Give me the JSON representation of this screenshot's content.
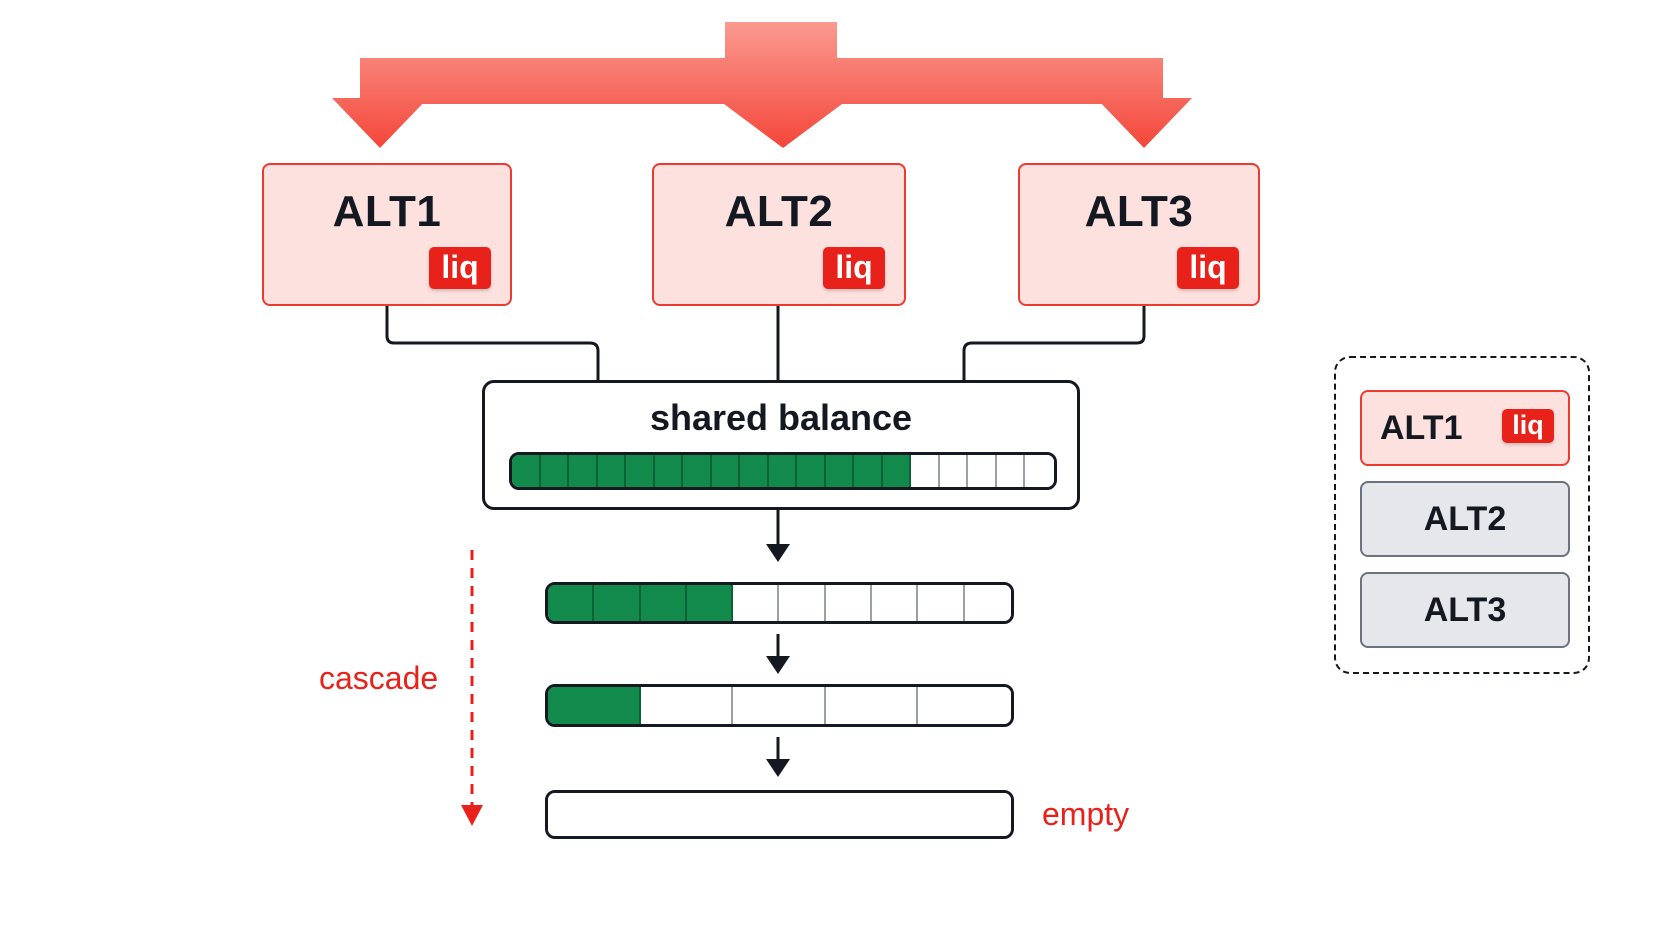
{
  "accounts": [
    {
      "label": "ALT1",
      "badge": "liq"
    },
    {
      "label": "ALT2",
      "badge": "liq"
    },
    {
      "label": "ALT3",
      "badge": "liq"
    }
  ],
  "balance": {
    "title": "shared balance",
    "bars": [
      {
        "segments": 19,
        "filled": 14
      },
      {
        "segments": 10,
        "filled": 4
      },
      {
        "segments": 5,
        "filled": 1
      },
      {
        "segments": 1,
        "filled": 0
      }
    ]
  },
  "labels": {
    "cascade": "cascade",
    "empty": "empty"
  },
  "legend": {
    "items": [
      {
        "label": "ALT1",
        "badge": "liq",
        "state": "liquidated"
      },
      {
        "label": "ALT2",
        "badge": "",
        "state": "inactive"
      },
      {
        "label": "ALT3",
        "badge": "",
        "state": "inactive"
      }
    ]
  },
  "colors": {
    "arrow": "#fa5a4e",
    "liq_badge": "#e8221b",
    "box_fill": "#fde1df",
    "box_border": "#ee3b32",
    "fill_green": "#128a4c",
    "inactive_fill": "#e6e7ea"
  }
}
